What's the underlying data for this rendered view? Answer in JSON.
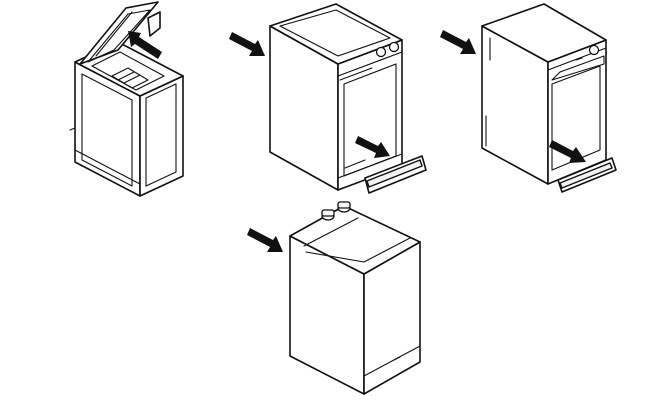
{
  "figure": {
    "panels": [
      {
        "id": "top-loader-open-lid",
        "arrows": 1
      },
      {
        "id": "front-loader-with-drawer",
        "arrows": 2
      },
      {
        "id": "front-loader-slanted-panel",
        "arrows": 2
      },
      {
        "id": "top-loader-closed",
        "arrows": 1
      }
    ],
    "colors": {
      "line": "#111111",
      "background": "#ffffff",
      "arrow": "#111111"
    }
  }
}
